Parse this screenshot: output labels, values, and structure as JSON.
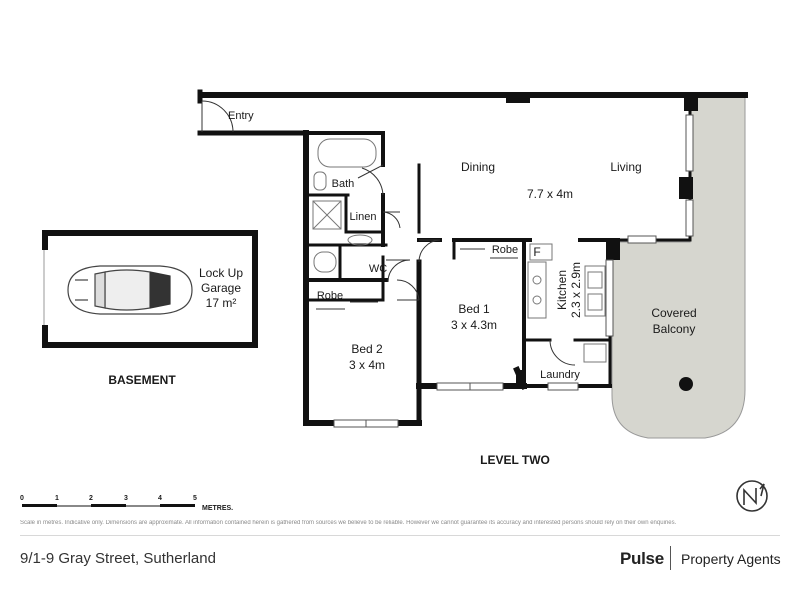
{
  "plan": {
    "rooms": {
      "entry": "Entry",
      "dining": "Dining",
      "living": "Living",
      "living_dims": "7.7 x 4m",
      "bath": "Bath",
      "linen": "Linen",
      "wc": "WC",
      "robe1": "Robe",
      "robe2": "Robe",
      "bed1": "Bed 1",
      "bed1_dims": "3 x 4.3m",
      "bed2": "Bed 2",
      "bed2_dims": "3 x 4m",
      "fridge": "F",
      "kitchen": "Kitchen",
      "kitchen_dims": "2.3 x 2.9m",
      "laundry": "Laundry",
      "balcony_l1": "Covered",
      "balcony_l2": "Balcony",
      "garage_l1": "Lock Up",
      "garage_l2": "Garage",
      "garage_l3": "17 m²"
    },
    "level_labels": {
      "basement": "BASEMENT",
      "level_two": "LEVEL TWO"
    },
    "scale": {
      "ticks": [
        "0",
        "1",
        "2",
        "3",
        "4",
        "5"
      ],
      "unit": "METRES."
    },
    "colors": {
      "wall": "#111111",
      "balcony": "#d6d6cf",
      "fixture": "#777777"
    }
  },
  "footer": {
    "disclaimer": "Scale in metres. Indicative only. Dimensions are approximate. All information contained herein is gathered from sources we believe to be reliable. However we cannot guarantee its accuracy and interested persons should rely on their own enquiries.",
    "address": "9/1-9 Gray Street, Sutherland",
    "brand": "Pulse",
    "brand_sub": "Property Agents"
  }
}
